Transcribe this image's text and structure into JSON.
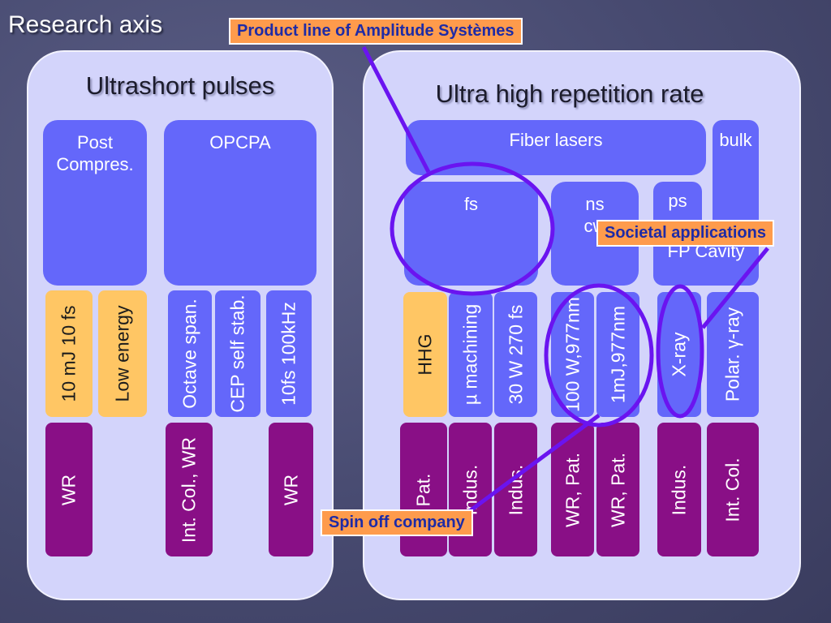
{
  "slide_title": "Research axis",
  "left_panel": {
    "title": "Ultrashort pulses",
    "post_compres": "Post\nCompres.",
    "opcpa": "OPCPA",
    "tags": [
      "10 mJ 10 fs",
      "Low energy",
      "Octave span.",
      "CEP self stab.",
      "10fs 100kHz"
    ],
    "outputs": [
      "WR",
      "Int. Col., WR",
      "WR"
    ]
  },
  "right_panel": {
    "title": "Ultra high repetition rate",
    "fiber_lasers": "Fiber lasers",
    "bulk": "bulk",
    "fs": "fs",
    "ns_cw": "ns\ncw",
    "ps": "ps",
    "fp_cavity": "FP Cavity",
    "tags": [
      "HHG",
      "µ machining",
      "30 W 270 fs",
      "100 W,977nm",
      "1mJ,977nm",
      "X-ray",
      "Polar. γ-ray"
    ],
    "outputs": [
      "Pat.",
      "Indus.",
      "Indus.",
      "WR, Pat.",
      "WR, Pat.",
      "Indus.",
      "Int. Col."
    ]
  },
  "callouts": {
    "product_line": "Product line of Amplitude Systèmes",
    "societal": "Societal applications",
    "spin_off": "Spin off company"
  },
  "colors": {
    "panel": "#d3d4fb",
    "blue_box": "#6467fa",
    "orange_box": "#ffc664",
    "purple_box": "#890f86",
    "callout": "#fe9b4c",
    "annotation_line": "#6a14f0"
  }
}
